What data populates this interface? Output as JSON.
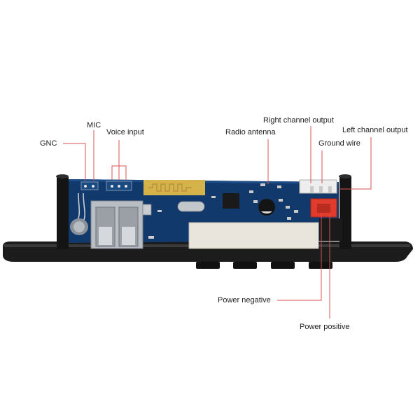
{
  "labels": {
    "gnc": "GNC",
    "mic": "MIC",
    "voice_input": "Voice input",
    "radio_antenna": "Radio antenna",
    "right_channel_output": "Right channel output",
    "left_channel_output": "Left channel output",
    "ground_wire": "Ground wire",
    "power_negative": "Power negative",
    "power_positive": "Power positive"
  },
  "leader_color": "#d9534f",
  "board_color": "#12396b"
}
